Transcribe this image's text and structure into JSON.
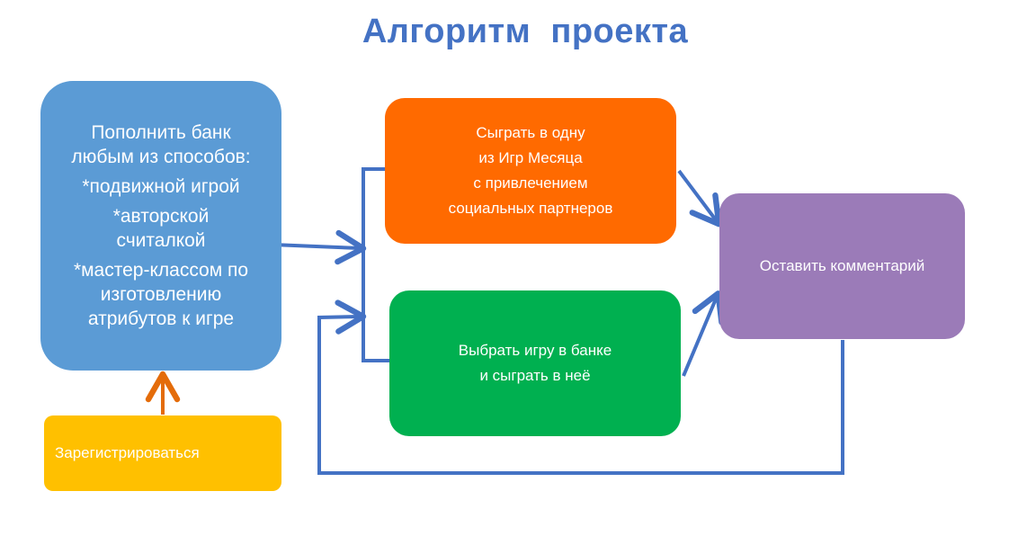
{
  "title": "Алгоритм  проекта",
  "nodes": {
    "bank": {
      "lines": [
        "Пополнить банк",
        "любым из способов:",
        "*подвижной игрой",
        "*авторской",
        "считалкой",
        "*мастер-классом по",
        "изготовлению",
        "атрибутов к игре"
      ]
    },
    "play_month": {
      "lines": [
        "Сыграть  в одну",
        "из Игр Месяца",
        "с привлечением",
        "социальных партнеров"
      ]
    },
    "choose_game": {
      "lines": [
        "Выбрать игру в банке",
        "и сыграть в неё"
      ]
    },
    "comment": {
      "lines": [
        "Оставить комментарий"
      ]
    },
    "register": {
      "lines": [
        "Зарегистрироваться"
      ]
    }
  },
  "colors": {
    "title": "#4472c4",
    "bank": "#5b9bd5",
    "play_month": "#ff6a00",
    "choose_game": "#00b050",
    "comment": "#9b7bb8",
    "register": "#ffc000",
    "connector": "#4472c4",
    "register_arrow": "#e46c0a"
  }
}
